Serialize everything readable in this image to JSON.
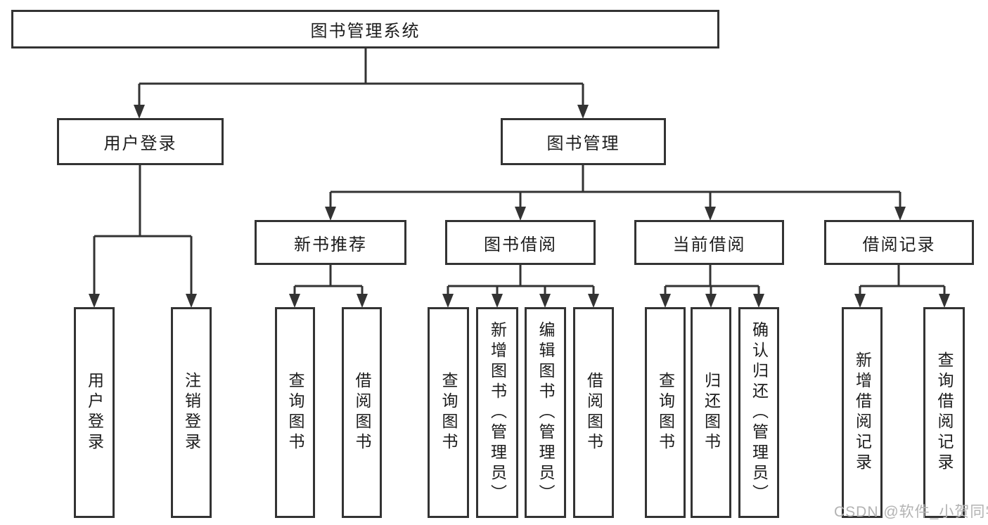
{
  "diagram": {
    "root": {
      "label": "图书管理系统"
    },
    "branches": [
      {
        "label": "用户登录",
        "children": [
          {
            "label": "用户登录"
          },
          {
            "label": "注销登录"
          }
        ]
      },
      {
        "label": "图书管理",
        "children": [
          {
            "label": "新书推荐",
            "children": [
              {
                "label": "查询图书"
              },
              {
                "label": "借阅图书"
              }
            ]
          },
          {
            "label": "图书借阅",
            "children": [
              {
                "label": "查询图书"
              },
              {
                "label": "新增图书（管理员）"
              },
              {
                "label": "编辑图书（管理员）"
              },
              {
                "label": "借阅图书"
              }
            ]
          },
          {
            "label": "当前借阅",
            "children": [
              {
                "label": "查询图书"
              },
              {
                "label": "归还图书"
              },
              {
                "label": "确认归还（管理员）"
              }
            ]
          },
          {
            "label": "借阅记录",
            "children": [
              {
                "label": "新增借阅记录"
              },
              {
                "label": "查询借阅记录"
              }
            ]
          }
        ]
      }
    ]
  },
  "watermark": {
    "text": "CSDN @软件_小贺同学"
  },
  "colors": {
    "line": "#333333",
    "box_border": "#333333",
    "text": "#1c1c1c",
    "background": "#ffffff",
    "watermark": "#b3b3b3"
  }
}
